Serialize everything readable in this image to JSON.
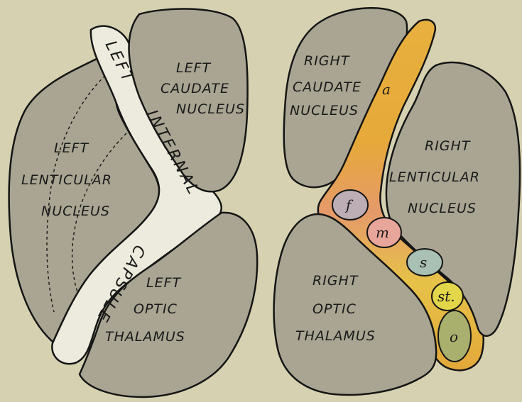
{
  "colors": {
    "background": "#d6d1b0",
    "nucleus_fill": "#a9a592",
    "capsule_fill": "#ecebdd",
    "tract_fill_orange": "#e6a93a",
    "tract_fill_pink": "#e8a59a",
    "tract_fill_yellow": "#e3d64a",
    "outline": "#151515"
  },
  "left": {
    "caudate_label": [
      "LEFT",
      "CAUDATE",
      "NUCLEUS"
    ],
    "lenticular_label": [
      "LEFT",
      "LENTICULAR",
      "NUCLEUS"
    ],
    "thalamus_label": [
      "LEFT",
      "OPTIC",
      "THALAMUS"
    ],
    "capsule_words": {
      "left": "LEFT",
      "internal": "INTERNAL",
      "capsule": "CAPSULE"
    }
  },
  "right": {
    "caudate_label": [
      "RIGHT",
      "CAUDATE",
      "NUCLEUS"
    ],
    "lenticular_label": [
      "RIGHT",
      "LENTICULAR",
      "NUCLEUS"
    ],
    "thalamus_label": [
      "RIGHT",
      "OPTIC",
      "THALAMUS"
    ]
  },
  "tract_labels": {
    "a": "a",
    "f": "f",
    "m": "m",
    "s": "s",
    "st": "st.",
    "o": "o"
  }
}
